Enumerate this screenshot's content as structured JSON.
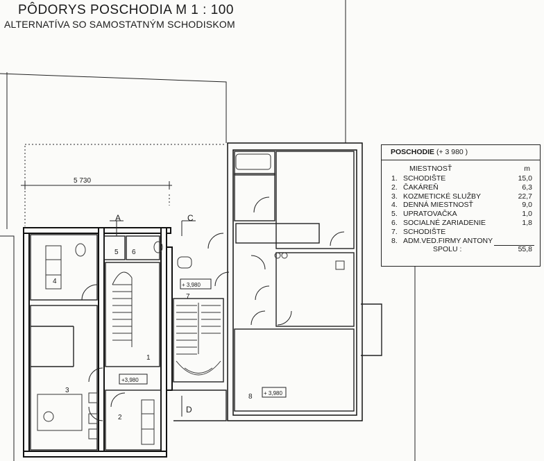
{
  "title": "PÔDORYS POSCHODIA  M 1 : 100",
  "subtitle": "ALTERNATÍVA  SO SAMOSTATNÝM SCHODISKOM",
  "plan": {
    "dimension": "5 730",
    "section_markers": [
      "A",
      "C",
      "D"
    ],
    "level_marks": [
      "+ 3,980",
      "+3,980",
      "+ 3,980"
    ],
    "room_numbers": [
      "1",
      "2",
      "3",
      "4",
      "5",
      "6",
      "7",
      "8"
    ]
  },
  "legend": {
    "heading": "POSCHODIE",
    "heading_level": "(+ 3 980 )",
    "column_room": "MIESTNOSŤ",
    "column_unit": "m",
    "rows": [
      {
        "num": "1.",
        "name": "SCHODIŠTE",
        "value": "15,0"
      },
      {
        "num": "2.",
        "name": "ČAKÁREŇ",
        "value": "6,3"
      },
      {
        "num": "3.",
        "name": "KOZMETICKÉ SLUŽBY",
        "value": "22,7"
      },
      {
        "num": "4.",
        "name": "DENNÁ MIESTNOSŤ",
        "value": "9,0"
      },
      {
        "num": "5.",
        "name": "UPRATOVAČKA",
        "value": "1,0"
      },
      {
        "num": "6.",
        "name": "SOCIALNÉ ZARIADENIE",
        "value": "1,8"
      },
      {
        "num": "7.",
        "name": "SCHODIŠTE",
        "value": ""
      },
      {
        "num": "8.",
        "name": "ADM.VED.FIRMY ANTONY",
        "value": ""
      }
    ],
    "total_label": "SPOLU :",
    "total_value": "55,8"
  }
}
